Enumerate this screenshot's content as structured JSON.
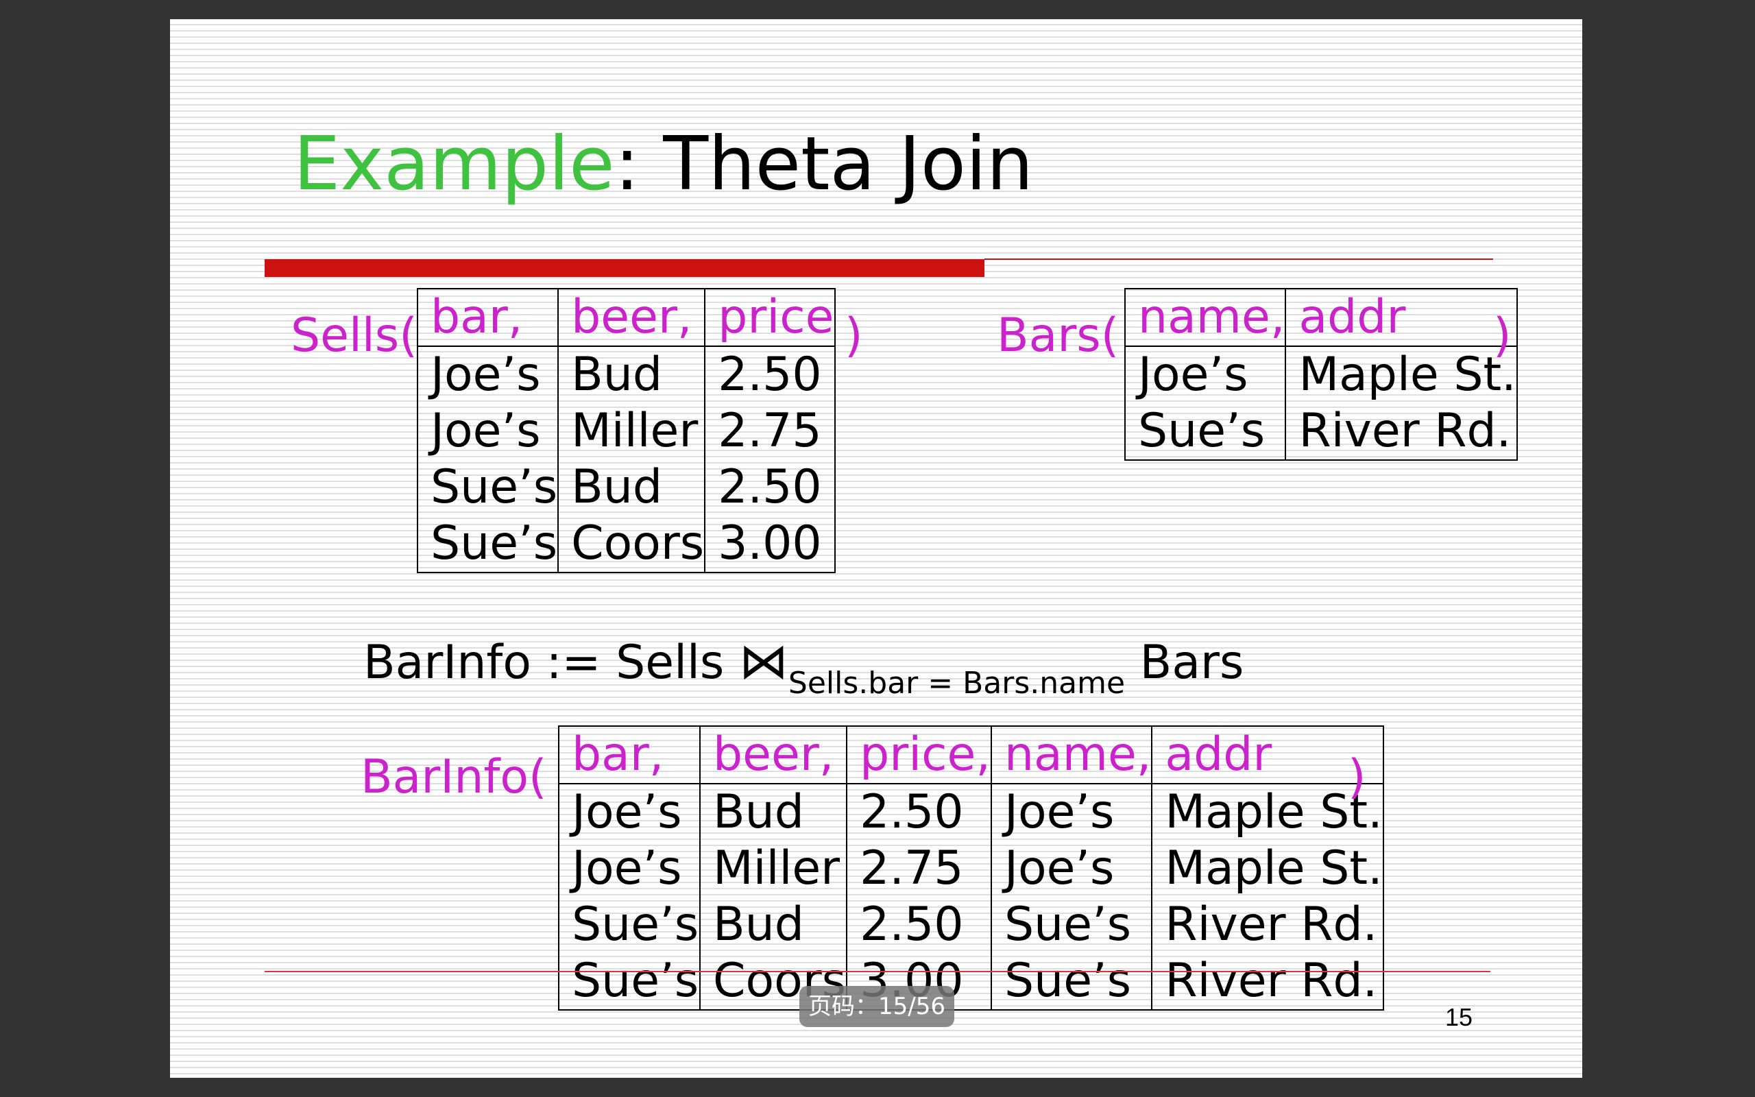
{
  "slide": {
    "title_accent": "Example",
    "title_rest": ": Theta Join",
    "page_number": "15"
  },
  "sells": {
    "label_open": "Sells(",
    "label_close": ")",
    "headers": [
      "bar,",
      "beer,",
      "price"
    ],
    "rows": [
      [
        "Joe’s",
        "Bud",
        "2.50"
      ],
      [
        "Joe’s",
        "Miller",
        "2.75"
      ],
      [
        "Sue’s",
        "Bud",
        "2.50"
      ],
      [
        "Sue’s",
        "Coors",
        "3.00"
      ]
    ]
  },
  "bars": {
    "label_open": "Bars(",
    "label_close": ")",
    "headers": [
      "name,",
      "addr"
    ],
    "rows": [
      [
        "Joe’s",
        "Maple St."
      ],
      [
        "Sue’s",
        "River Rd."
      ]
    ]
  },
  "formula": {
    "left": "BarInfo := Sells ",
    "join_symbol": "⋈",
    "condition": "Sells.bar = Bars.name",
    "right": " Bars"
  },
  "barinfo": {
    "label_open": "BarInfo(",
    "label_close": ")",
    "headers": [
      "bar,",
      "beer,",
      "price,",
      "name,",
      "addr"
    ],
    "rows": [
      [
        "Joe’s",
        "Bud",
        "2.50",
        "Joe’s",
        "Maple St."
      ],
      [
        "Joe’s",
        "Miller",
        "2.75",
        "Joe’s",
        "Maple St."
      ],
      [
        "Sue’s",
        "Bud",
        "2.50",
        "Sue’s",
        "River Rd."
      ],
      [
        "Sue’s",
        "Coors",
        "3.00",
        "Sue’s",
        "River Rd."
      ]
    ]
  },
  "viewer": {
    "page_indicator": "页码：15/56"
  }
}
